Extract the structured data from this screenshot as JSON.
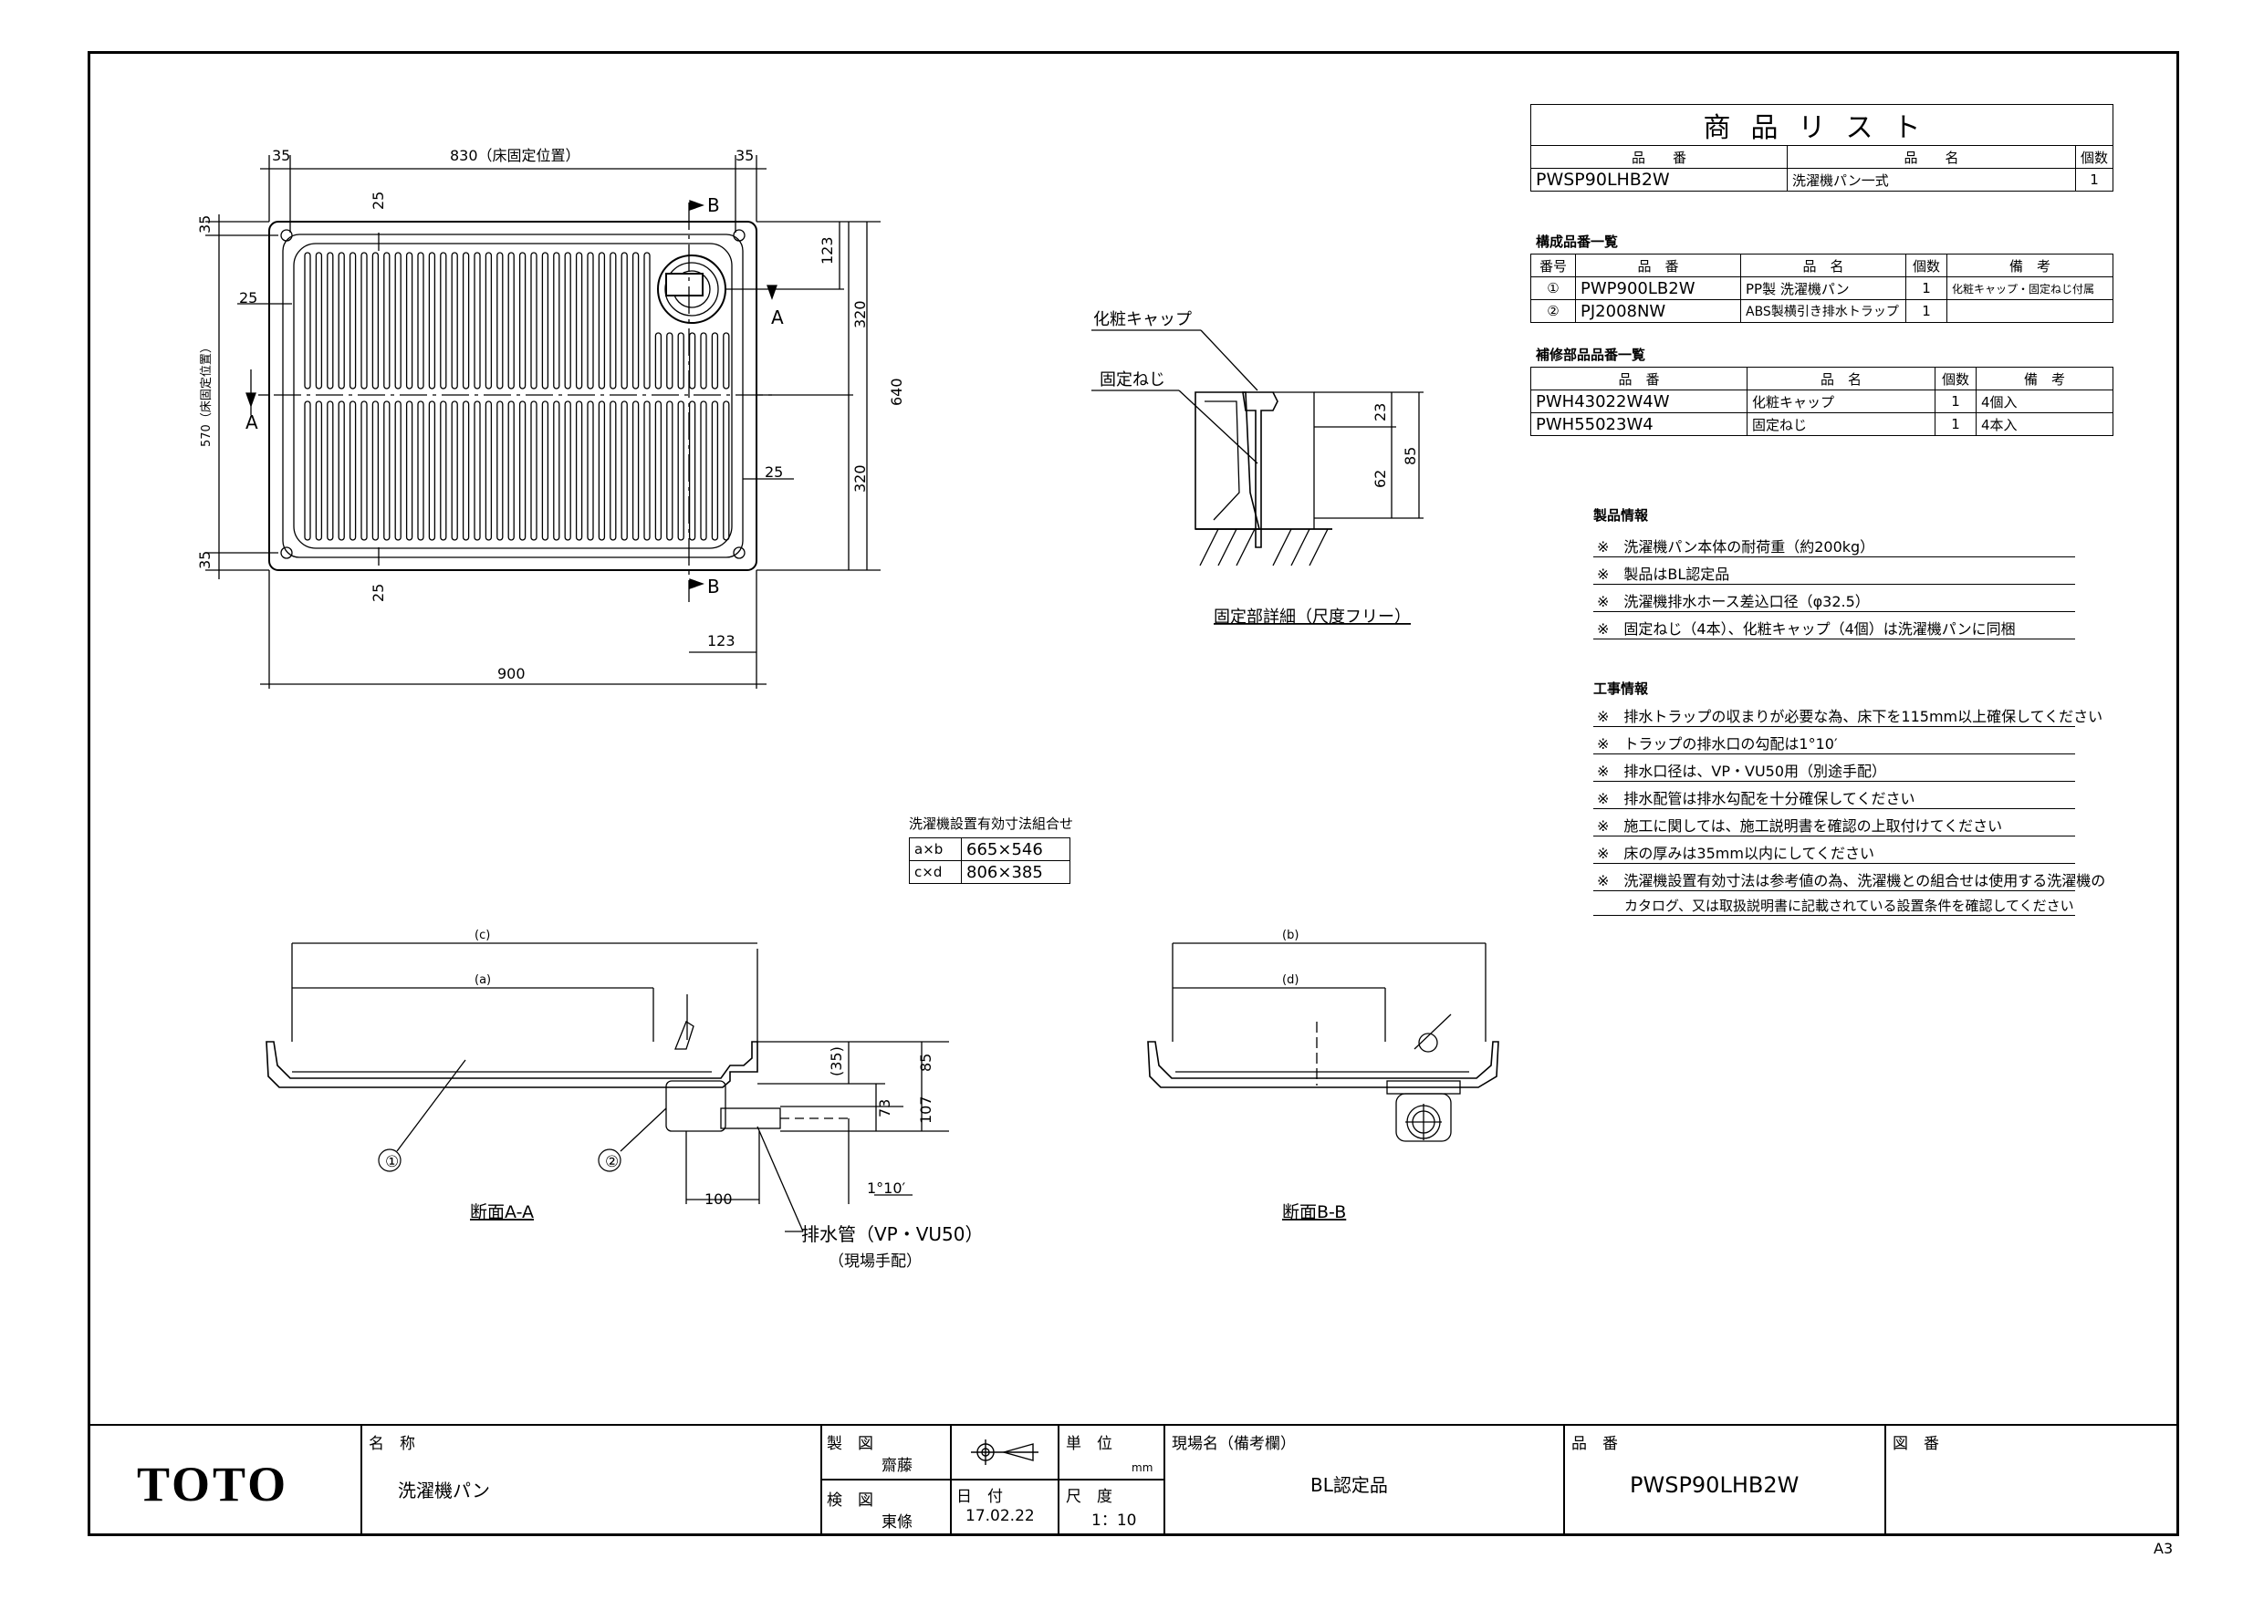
{
  "product_list": {
    "title": "商品リスト",
    "headers": [
      "品　　番",
      "品　　名",
      "個数"
    ],
    "row": {
      "code": "PWSP90LHB2W",
      "name": "洗濯機パン一式",
      "qty": "1"
    }
  },
  "components": {
    "title": "構成品番一覧",
    "headers": [
      "番号",
      "品　番",
      "品　名",
      "個数",
      "備　考"
    ],
    "rows": [
      {
        "no": "①",
        "code": "PWP900LB2W",
        "name": "PP製 洗濯機パン",
        "qty": "1",
        "remarks": "化粧キャップ・固定ねじ付属"
      },
      {
        "no": "②",
        "code": "PJ2008NW",
        "name": "ABS製横引き排水トラップ",
        "qty": "1",
        "remarks": ""
      }
    ]
  },
  "repair_parts": {
    "title": "補修部品品番一覧",
    "headers": [
      "品　番",
      "品　名",
      "個数",
      "備　考"
    ],
    "rows": [
      {
        "code": "PWH43022W4W",
        "name": "化粧キャップ",
        "qty": "1",
        "remarks": "4個入"
      },
      {
        "code": "PWH55023W4",
        "name": "固定ねじ",
        "qty": "1",
        "remarks": "4本入"
      }
    ]
  },
  "product_info": {
    "title": "製品情報",
    "items": [
      "※　洗濯機パン本体の耐荷重（約200kg）",
      "※　製品はBL認定品",
      "※　洗濯機排水ホース差込口径（φ32.5）",
      "※　固定ねじ（4本）、化粧キャップ（4個）は洗濯機パンに同梱"
    ]
  },
  "construction_info": {
    "title": "工事情報",
    "items": [
      "※　排水トラップの収まりが必要な為、床下を115mm以上確保してください",
      "※　トラップの排水口の勾配は1°10′",
      "※　排水口径は、VP・VU50用（別途手配）",
      "※　排水配管は排水勾配を十分確保してください",
      "※　施工に関しては、施工説明書を確認の上取付けてください",
      "※　床の厚みは35mm以内にしてください",
      "※　洗濯機設置有効寸法は参考値の為、洗濯機との組合せは使用する洗濯機の",
      "　　カタログ、又は取扱説明書に記載されている設置条件を確認してください"
    ]
  },
  "size_combo": {
    "title": "洗濯機設置有効寸法組合せ",
    "rows": [
      {
        "label": "a×b",
        "value": "665×546"
      },
      {
        "label": "c×d",
        "value": "806×385"
      }
    ]
  },
  "plan": {
    "dims": {
      "left_edge": "35",
      "fix_width": "830（床固定位置）",
      "right_edge": "35",
      "rib_top": "25",
      "rib_bottom": "25",
      "top_margin": "35",
      "bottom_margin": "35",
      "fix_depth": "570（床固定位置）",
      "rib_left": "25",
      "rib_right": "25",
      "drain_y": "123",
      "half_top": "320",
      "half_bottom": "320",
      "depth": "640",
      "drain_x": "123",
      "width": "900"
    },
    "markers": {
      "a": "A",
      "b": "B"
    }
  },
  "fixing_detail": {
    "cap_label": "化粧キャップ",
    "screw_label": "固定ねじ",
    "dims": [
      "23",
      "62",
      "85"
    ],
    "caption": "固定部詳細（尺度フリー）"
  },
  "section_a": {
    "dims": {
      "c": "(c)",
      "a": "(a)",
      "d35": "(35)",
      "d85": "85",
      "d73": "73",
      "d107": "107",
      "d100": "100"
    },
    "slope": "1°10′",
    "callouts": [
      "①",
      "②"
    ],
    "pipe_label": "排水管（VP・VU50）",
    "pipe_note": "（現場手配）",
    "caption": "断面A-A"
  },
  "section_b": {
    "dims": {
      "b": "(b)",
      "d": "(d)"
    },
    "caption": "断面B-B"
  },
  "title_block": {
    "logo": "TOTO",
    "name_label": "名　称",
    "name": "洗濯機パン",
    "drawn_label": "製　図",
    "drawn_by": "齋藤",
    "checked_label": "検　図",
    "checked_by": "東條",
    "date_label": "日　付",
    "date": "17.02.22",
    "unit_label": "単　位",
    "unit": "mm",
    "scale_label": "尺　度",
    "scale": "1：10",
    "site_label": "現場名（備考欄）",
    "site": "BL認定品",
    "code_label": "品　番",
    "code": "PWSP90LHB2W",
    "drawing_no_label": "図　番",
    "paper_size": "A3"
  }
}
